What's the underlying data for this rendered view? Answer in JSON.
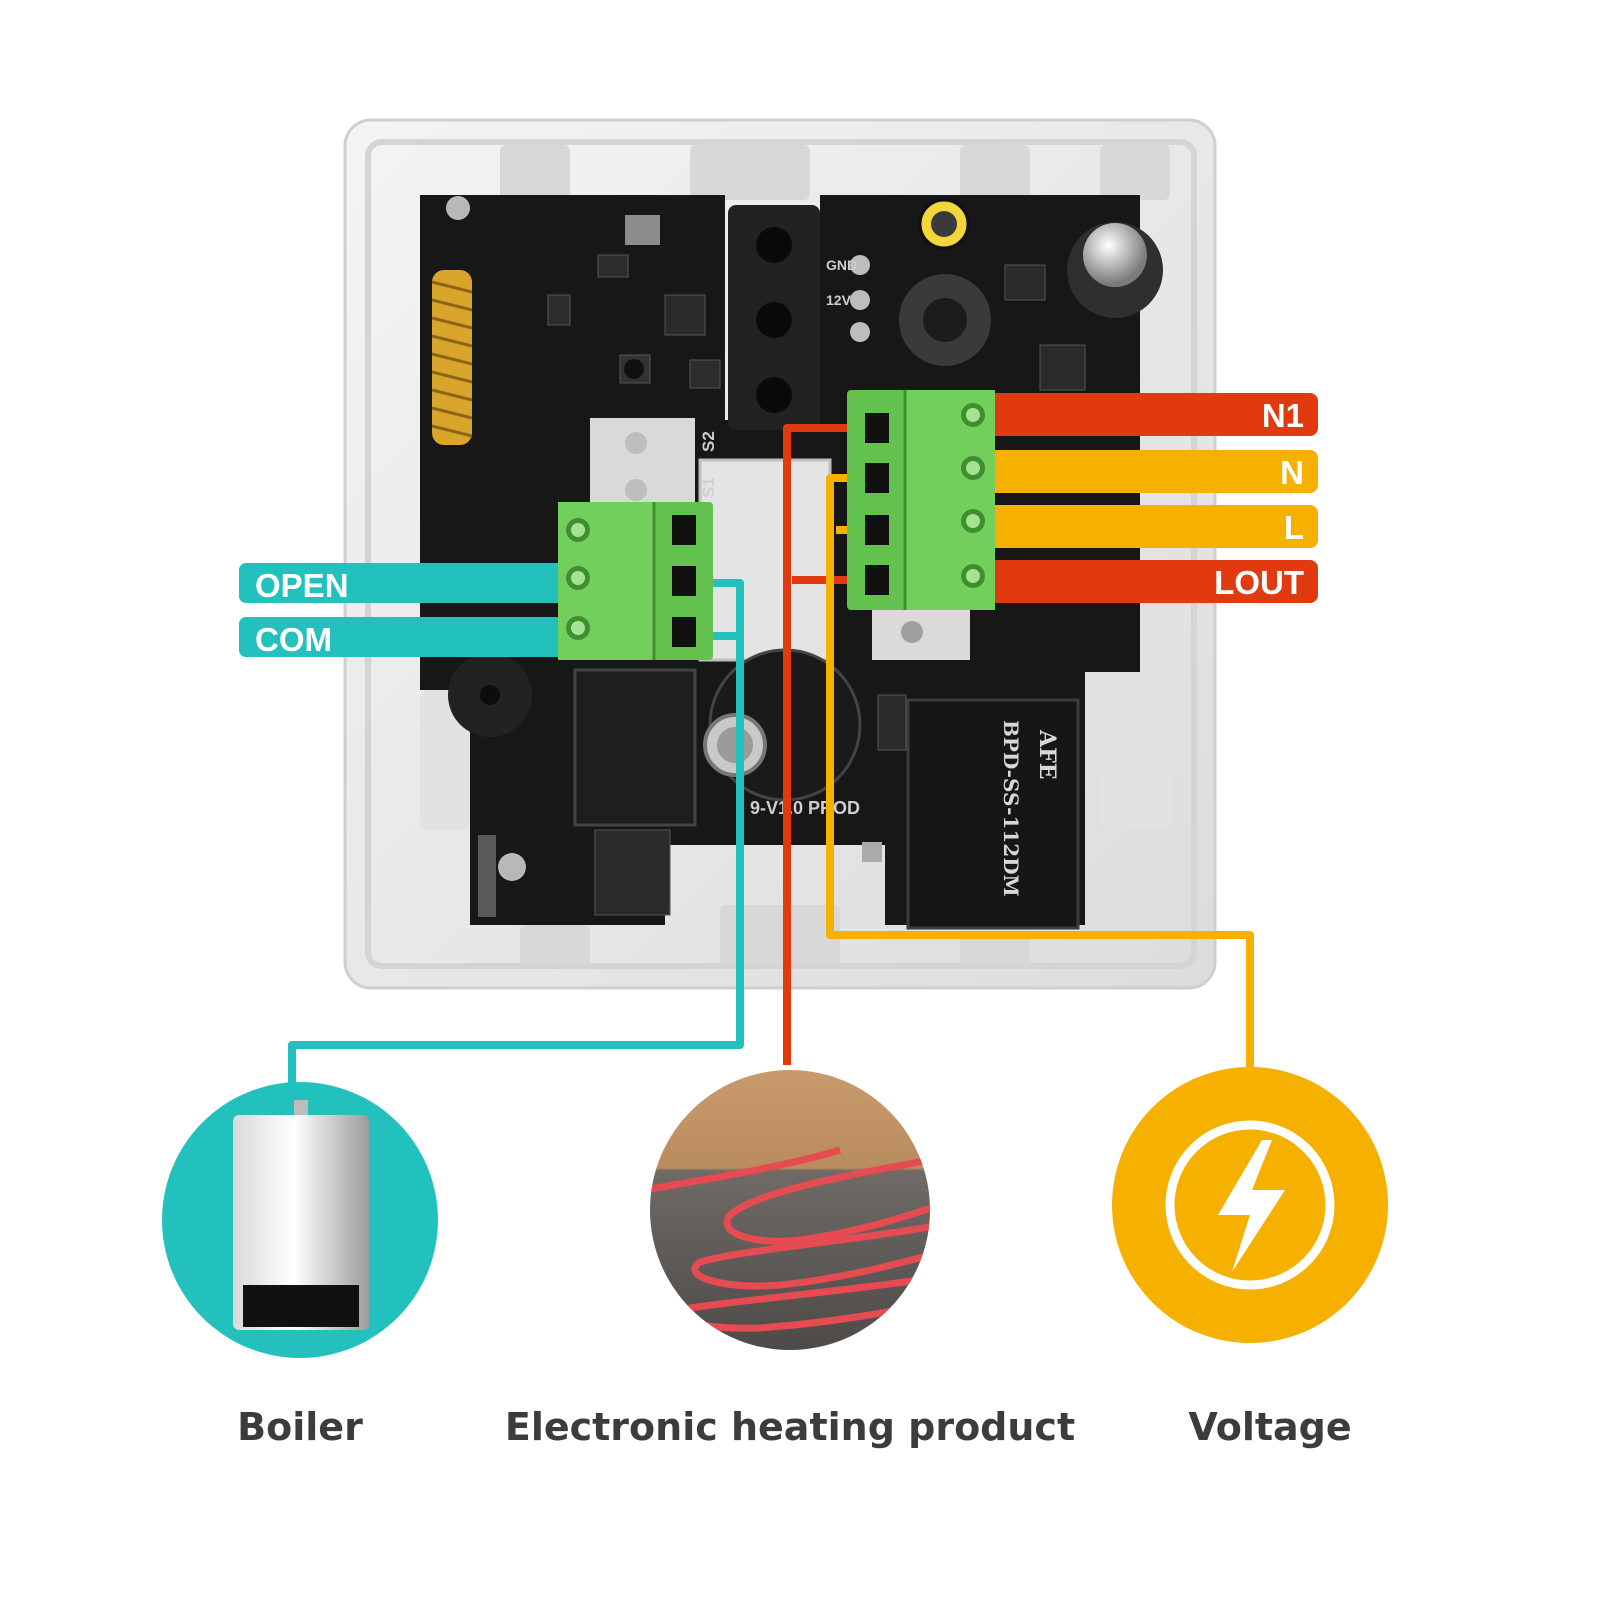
{
  "colors": {
    "teal": "#22c1bd",
    "red": "#e23a10",
    "amber": "#f6b000",
    "terminal_green": "#63c14d",
    "pcb": "#171717",
    "housing": "#ebebeb"
  },
  "labels_left": [
    {
      "text": "OPEN",
      "color": "#22c1bd"
    },
    {
      "text": "COM",
      "color": "#22c1bd"
    }
  ],
  "labels_right": [
    {
      "text": "N1",
      "color": "#e23a10"
    },
    {
      "text": "N",
      "color": "#f6b000"
    },
    {
      "text": "L",
      "color": "#f6b000"
    },
    {
      "text": "LOUT",
      "color": "#e23a10"
    }
  ],
  "pcb_marks": {
    "gnd": "GND",
    "v12": "12V",
    "s1": "S1",
    "s2": "S2",
    "prod": "9-V1.0 PROD",
    "relay_brand": "AFE",
    "relay_model": "BPD-SS-112DM"
  },
  "outputs": [
    {
      "caption": "Boiler",
      "icon": "boiler-icon",
      "color": "#22c1bd"
    },
    {
      "caption": "Electronic heating product",
      "icon": "heating-cable-icon",
      "color": "#e23a10"
    },
    {
      "caption": "Voltage",
      "icon": "lightning-bolt-icon",
      "color": "#f6b000"
    }
  ]
}
